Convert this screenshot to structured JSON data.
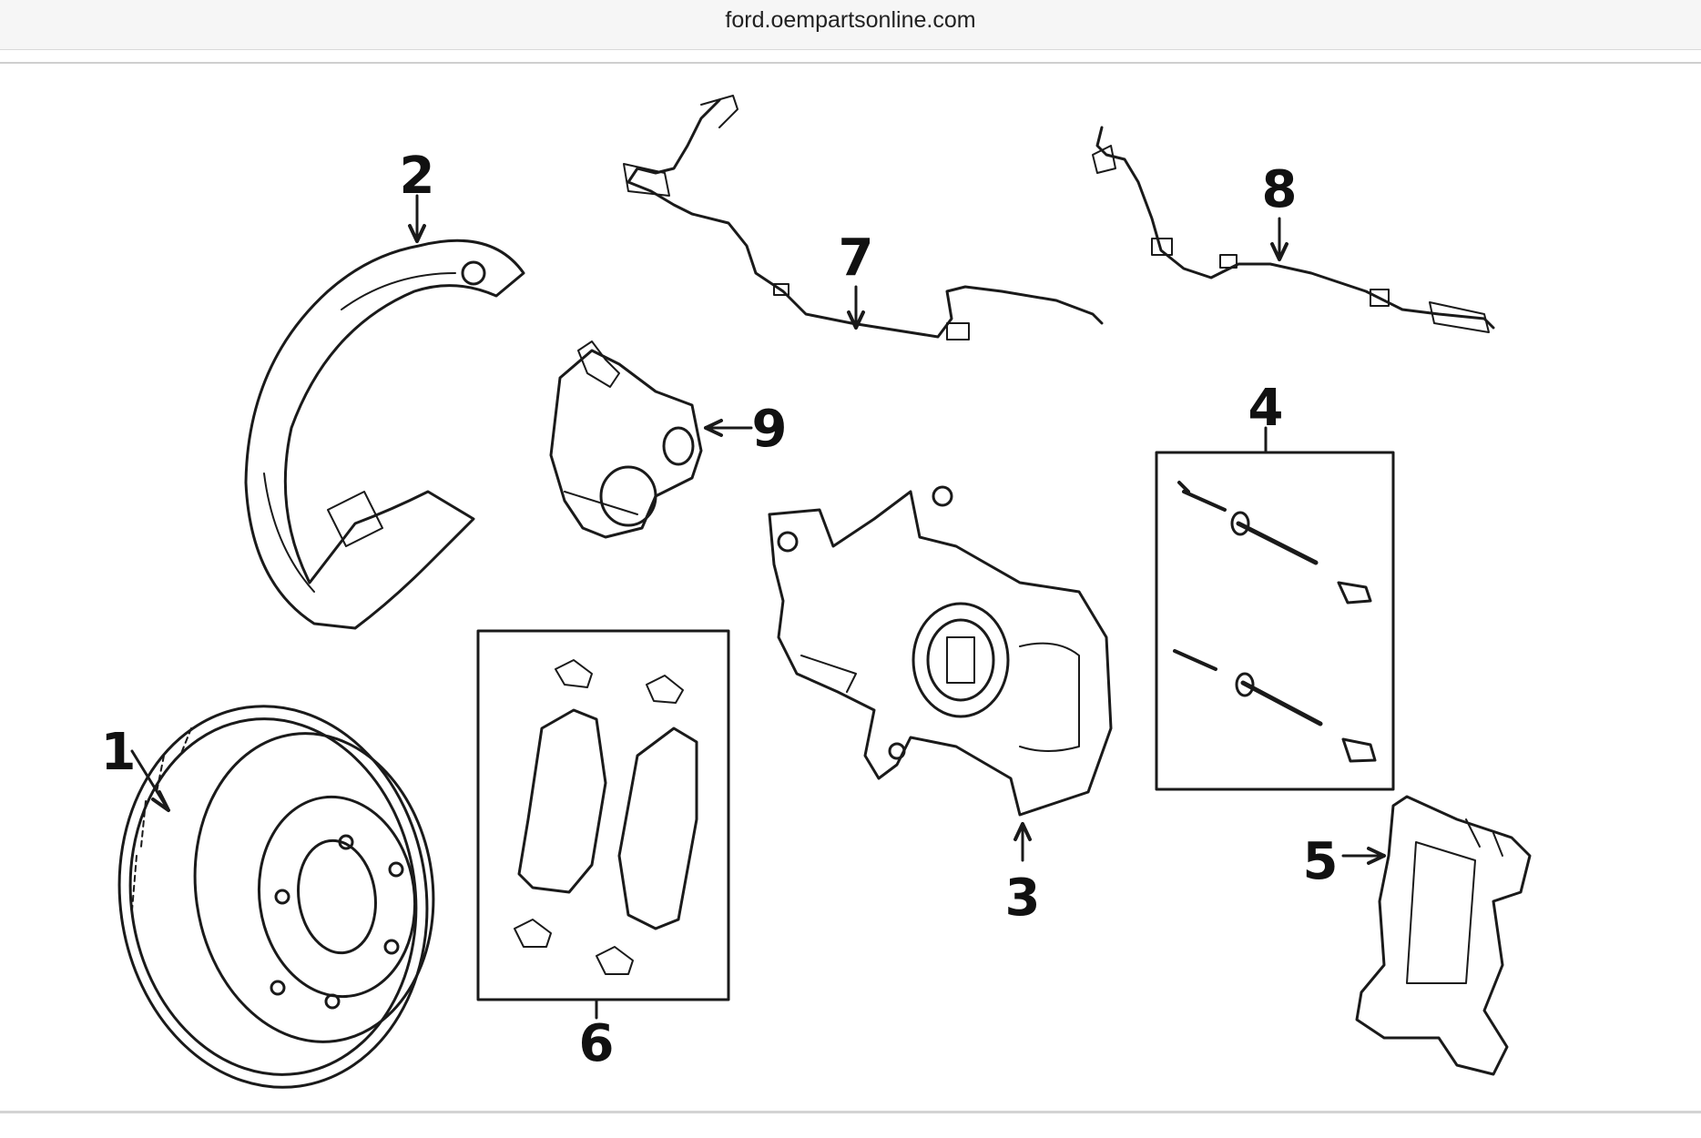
{
  "browser": {
    "url": "ford.oempartsonline.com"
  },
  "diagram": {
    "callouts": [
      "1",
      "2",
      "3",
      "4",
      "5",
      "6",
      "7",
      "8",
      "9"
    ]
  }
}
